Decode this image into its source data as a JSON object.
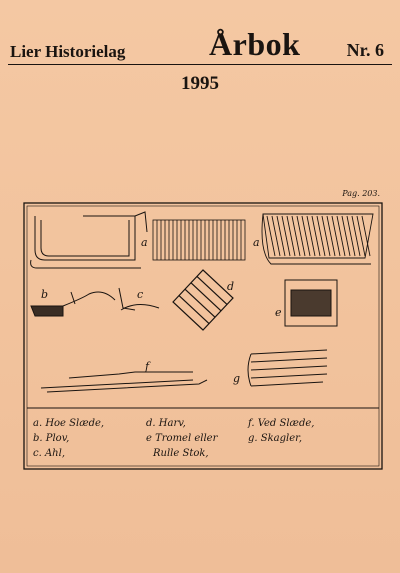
{
  "cover": {
    "organization": "Lier Historielag",
    "title": "Årbok",
    "issue": "Nr. 6",
    "year": "1995"
  },
  "plate": {
    "page_ref": "Pag. 203.",
    "figure_letters": [
      "a",
      "a",
      "b",
      "c",
      "d",
      "e",
      "f",
      "g"
    ],
    "legend": [
      {
        "key": "a",
        "text": "a. Hoe Slæde,"
      },
      {
        "key": "b",
        "text": "b. Plov,"
      },
      {
        "key": "c",
        "text": "c. Ahl,"
      },
      {
        "key": "d",
        "text": "d. Harv,"
      },
      {
        "key": "e",
        "text": "e Tromel eller"
      },
      {
        "key": "e2",
        "text": "Rulle Stok,"
      },
      {
        "key": "f",
        "text": "f. Ved Slæde,"
      },
      {
        "key": "g",
        "text": "g. Skagler,"
      }
    ]
  },
  "colors": {
    "background": "#f3c6a0",
    "ink": "#1a1410"
  }
}
